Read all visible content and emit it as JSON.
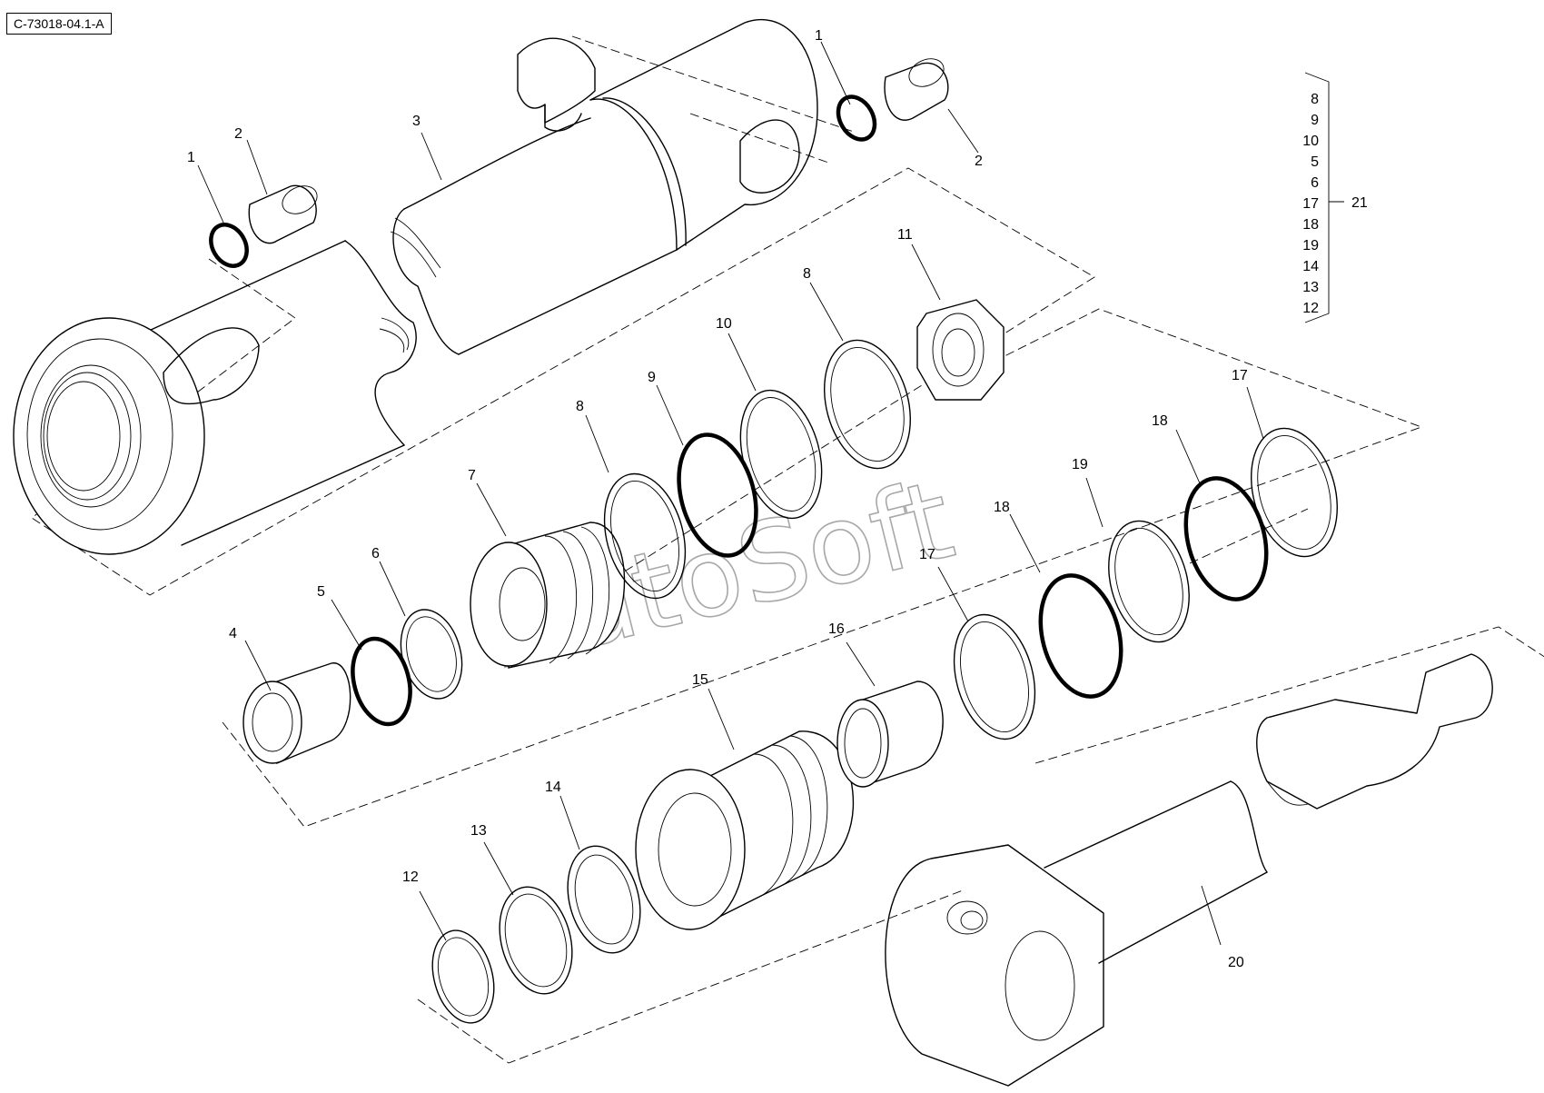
{
  "figure_code": "C-73018-04.1-A",
  "watermark": "AutoSoft",
  "callouts": [
    {
      "id": "c1a",
      "text": "1"
    },
    {
      "id": "c2a",
      "text": "2"
    },
    {
      "id": "c1b",
      "text": "1"
    },
    {
      "id": "c2b",
      "text": "2"
    },
    {
      "id": "c3",
      "text": "3"
    },
    {
      "id": "c4",
      "text": "4"
    },
    {
      "id": "c5",
      "text": "5"
    },
    {
      "id": "c6",
      "text": "6"
    },
    {
      "id": "c7",
      "text": "7"
    },
    {
      "id": "c8a",
      "text": "8"
    },
    {
      "id": "c9",
      "text": "9"
    },
    {
      "id": "c10",
      "text": "10"
    },
    {
      "id": "c8b",
      "text": "8"
    },
    {
      "id": "c11",
      "text": "11"
    },
    {
      "id": "c12",
      "text": "12"
    },
    {
      "id": "c13",
      "text": "13"
    },
    {
      "id": "c14",
      "text": "14"
    },
    {
      "id": "c15",
      "text": "15"
    },
    {
      "id": "c16",
      "text": "16"
    },
    {
      "id": "c17a",
      "text": "17"
    },
    {
      "id": "c18a",
      "text": "18"
    },
    {
      "id": "c19",
      "text": "19"
    },
    {
      "id": "c18b",
      "text": "18"
    },
    {
      "id": "c17b",
      "text": "17"
    },
    {
      "id": "c20",
      "text": "20"
    }
  ],
  "kit": {
    "label": "21",
    "items": [
      "8",
      "9",
      "10",
      "5",
      "6",
      "17",
      "18",
      "19",
      "14",
      "13",
      "12"
    ]
  }
}
